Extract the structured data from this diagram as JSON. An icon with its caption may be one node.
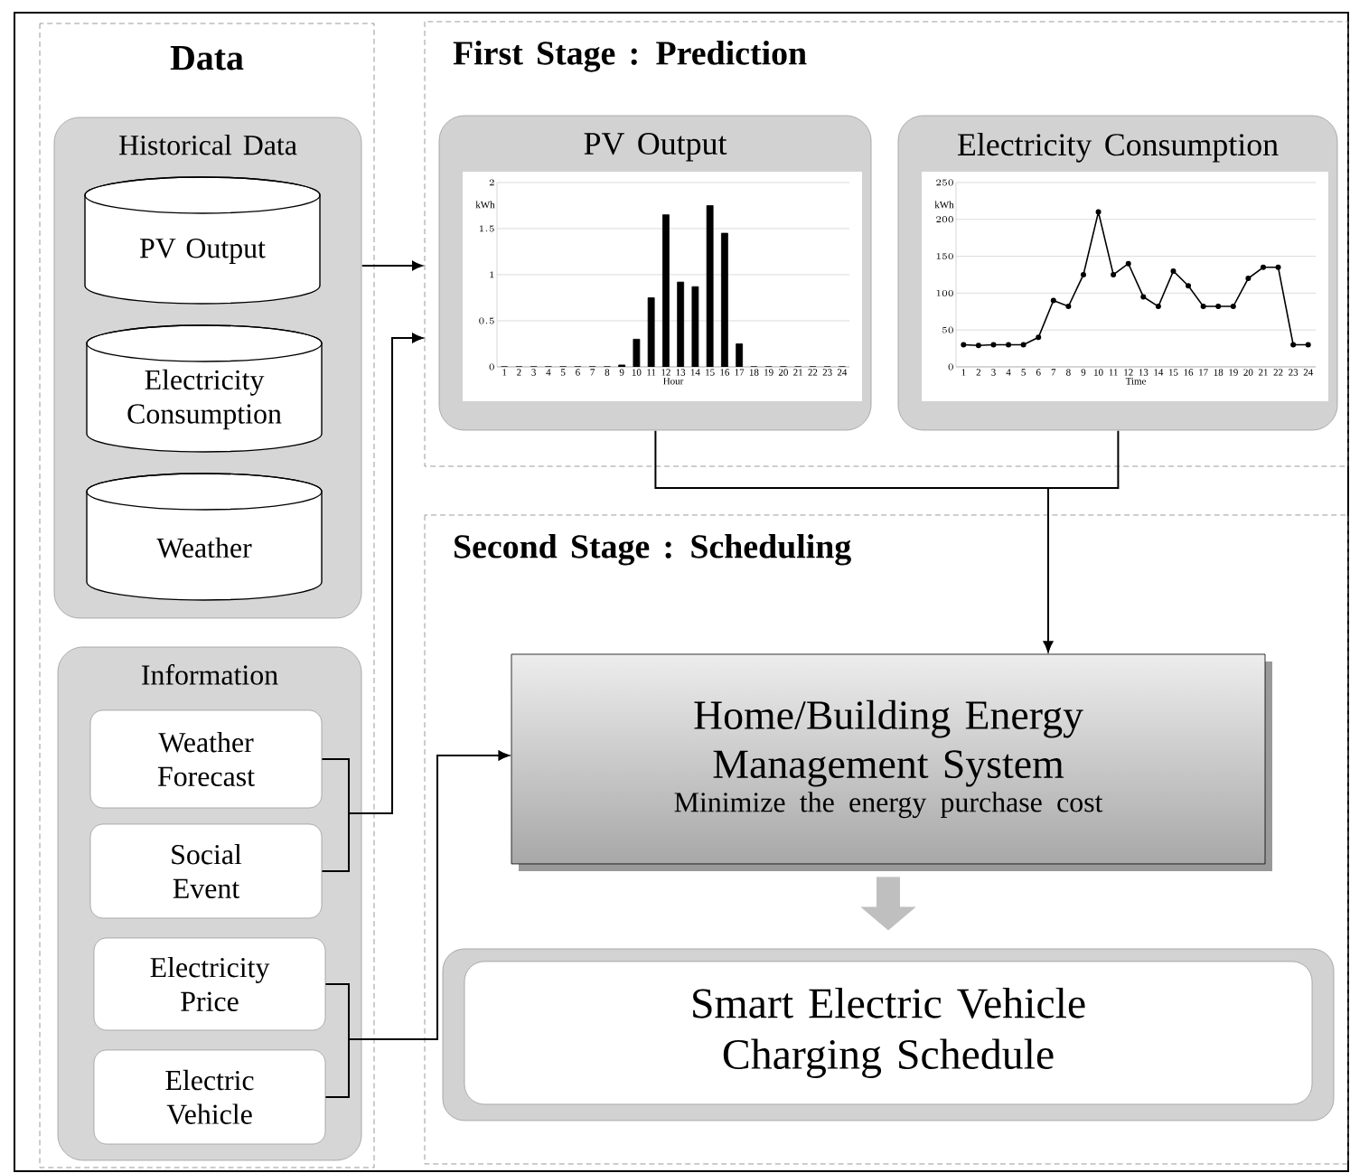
{
  "diagram": {
    "nodes": [
      {
        "text": [
          "Data"
        ]
      },
      {
        "text": [
          "Historical Data"
        ],
        "in": 0
      },
      {
        "text": [
          "PV Output"
        ],
        "in": 1
      },
      {
        "text": [
          "Electricity Consumption"
        ],
        "in": 1
      },
      {
        "text": [
          "Weather"
        ],
        "in": 1
      },
      {
        "text": [
          "Information"
        ],
        "in": 0
      },
      {
        "text": [
          "Weather Forecast"
        ],
        "in": 5
      },
      {
        "text": [
          "Social Event"
        ],
        "in": 5
      },
      {
        "text": [
          "Electricity Price"
        ],
        "in": 5
      },
      {
        "text": [
          "Electric Vehicle"
        ],
        "in": 5
      },
      {
        "text": [
          "First Stage : Prediction"
        ]
      },
      {
        "text": [
          "PV Output"
        ],
        "in": 10
      },
      {
        "text": [
          "Electricity Consumption"
        ],
        "in": 10
      },
      {
        "text": [
          "Second Stage : Scheduling"
        ]
      },
      {
        "text": [
          "Home/Building Energy Management System",
          "Minimize the energy purchase cost"
        ],
        "in": 13
      },
      {
        "text": [
          "Smart Electric Vehicle Charging Schedule"
        ],
        "in": 13
      }
    ],
    "edges": [
      {
        "from": 1,
        "to": 10,
        "arrow": "to"
      },
      {
        "from": 6,
        "to": 10,
        "arrow": "to"
      },
      {
        "from": 7,
        "to": 10,
        "arrow": "to"
      },
      {
        "from": 11,
        "to": 14,
        "arrow": "to"
      },
      {
        "from": 12,
        "to": 14,
        "arrow": "to"
      },
      {
        "from": 8,
        "to": 14,
        "arrow": "to"
      },
      {
        "from": 9,
        "to": 14,
        "arrow": "to"
      },
      {
        "from": 14,
        "to": 15,
        "arrow": "to",
        "style": "thick",
        "color": "#bfbfbf"
      }
    ],
    "chart_data": [
      {
        "type": "bar",
        "xlabel": "Hour",
        "ylabel": "kWh",
        "categories": [
          "1",
          "2",
          "3",
          "4",
          "5",
          "6",
          "7",
          "8",
          "9",
          "10",
          "11",
          "12",
          "13",
          "14",
          "15",
          "16",
          "17",
          "18",
          "19",
          "20",
          "21",
          "22",
          "23",
          "24"
        ],
        "values": [
          0,
          0,
          0,
          0,
          0,
          0,
          0,
          0,
          0.02,
          0.3,
          0.75,
          1.65,
          0.92,
          0.87,
          1.75,
          1.45,
          0.25,
          0,
          0,
          0,
          0,
          0,
          0,
          0
        ],
        "ylim": [
          0,
          2
        ],
        "yticks": [
          0,
          0.5,
          1,
          1.5,
          2
        ],
        "grid": true
      },
      {
        "type": "line",
        "xlabel": "Time",
        "ylabel": "kWh",
        "categories": [
          "1",
          "2",
          "3",
          "4",
          "5",
          "6",
          "7",
          "8",
          "9",
          "10",
          "11",
          "12",
          "13",
          "14",
          "15",
          "16",
          "17",
          "18",
          "19",
          "20",
          "21",
          "22",
          "23",
          "24"
        ],
        "values": [
          30,
          29,
          30,
          30,
          30,
          40,
          90,
          82,
          125,
          210,
          125,
          140,
          95,
          82,
          130,
          110,
          82,
          82,
          82,
          120,
          135,
          135,
          30,
          30
        ],
        "ylim": [
          0,
          250
        ],
        "yticks": [
          0,
          50,
          100,
          150,
          200,
          250
        ],
        "grid": true,
        "marker": true
      }
    ]
  }
}
